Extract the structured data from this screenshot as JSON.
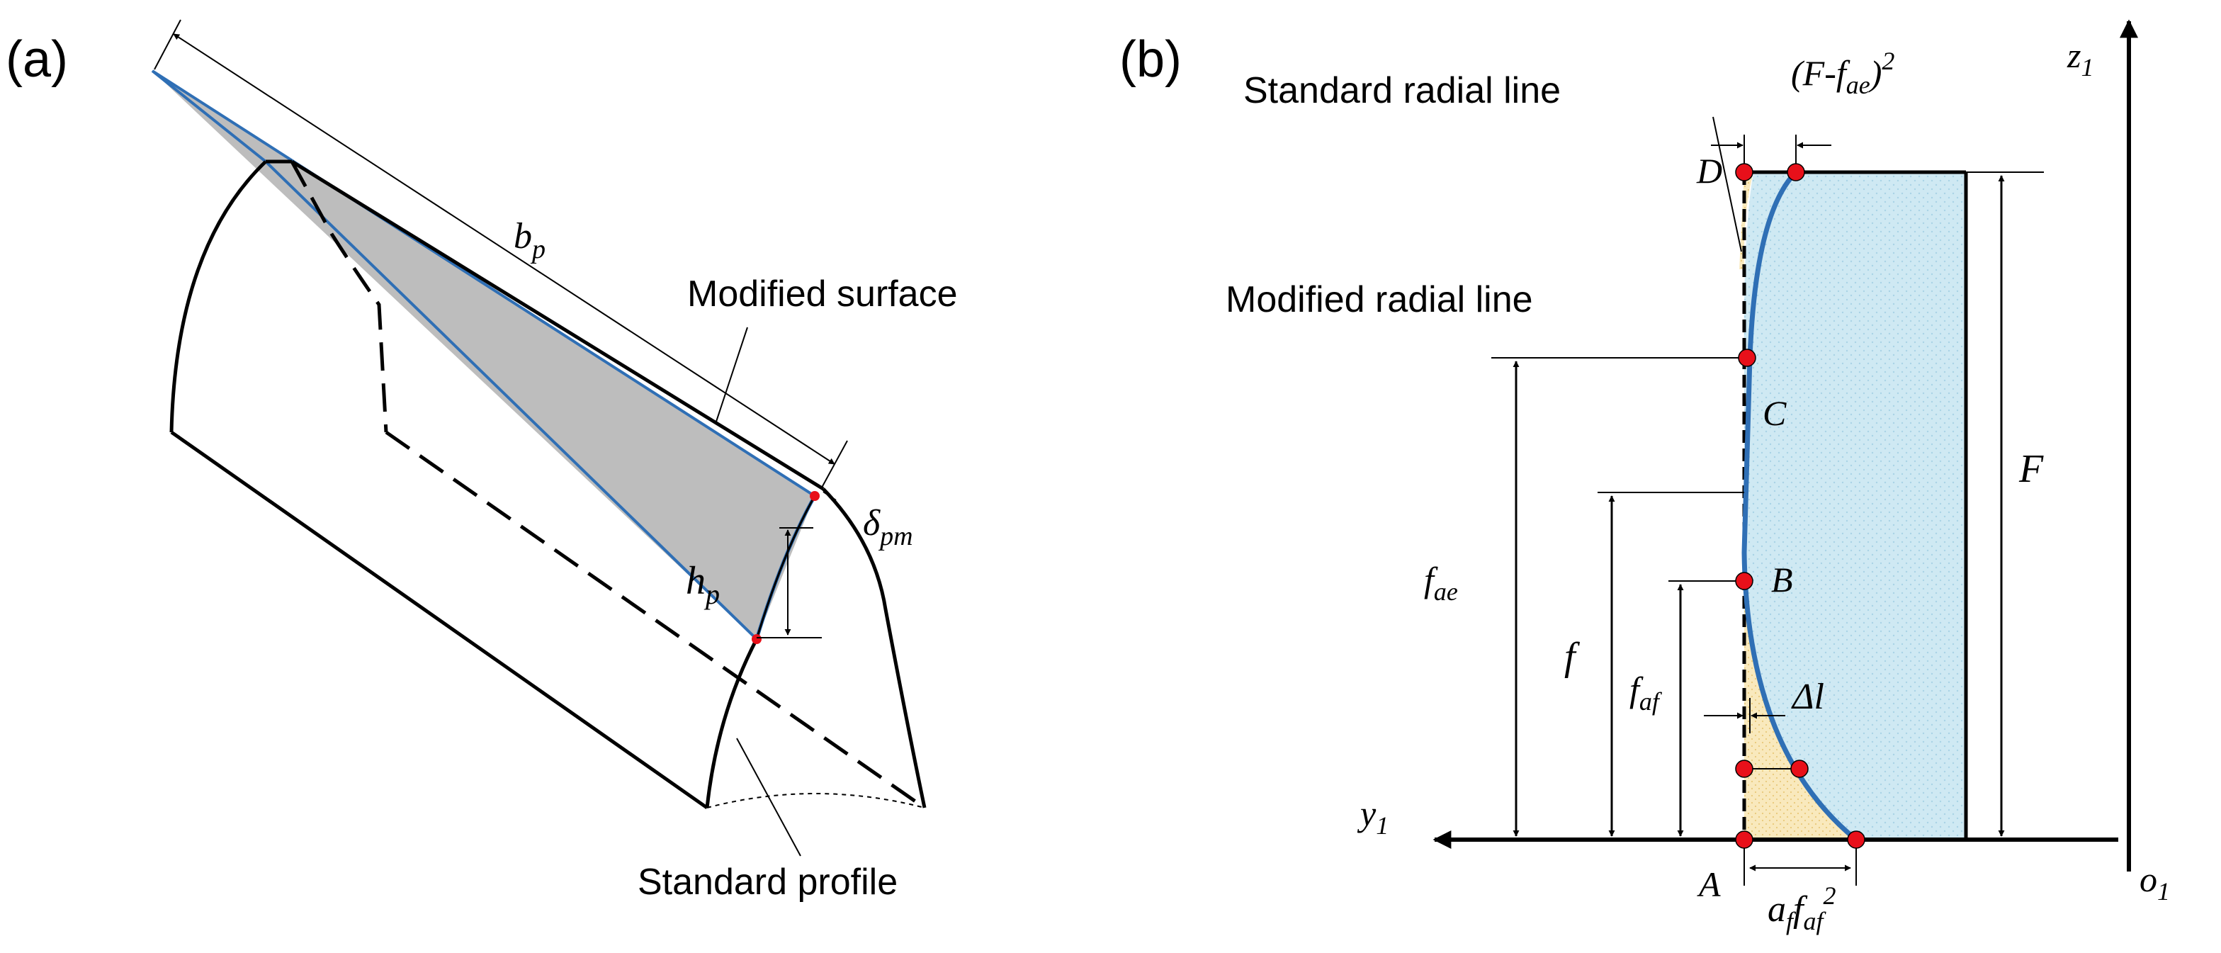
{
  "panel_a": {
    "tag": "(a)",
    "labels": {
      "bp_main": "b",
      "bp_sub": "p",
      "modified_surface": "Modified surface",
      "delta_main": "δ",
      "delta_sub": "pm",
      "hp_main": "h",
      "hp_sub": "p",
      "standard_profile": "Standard profile"
    }
  },
  "panel_b": {
    "tag": "(b)",
    "labels": {
      "standard_radial_line": "Standard radial line",
      "modified_radial_line": "Modified radial line",
      "top_formula_open": "(F-f",
      "top_formula_sub": "ae",
      "top_formula_close": ")",
      "top_formula_sup": "2",
      "point_D": "D",
      "point_C": "C",
      "point_B": "B",
      "point_A": "A",
      "F": "F",
      "fae_main": "f",
      "fae_sub": "ae",
      "f": "f",
      "faf_main": "f",
      "faf_sub": "af",
      "delta_l": "Δl",
      "bottom_formula_a": "a",
      "bottom_formula_a_sub": "f",
      "bottom_formula_f": "f",
      "bottom_formula_f_sub": "af",
      "bottom_formula_sup": "2",
      "y1_main": "y",
      "y1_sub": "1",
      "z1_main": "z",
      "z1_sub": "1",
      "o1_main": "o",
      "o1_sub": "1"
    }
  },
  "colors": {
    "blue_edge": "#2f6fb5",
    "modified_fill": "#bdbdbd",
    "light_blue_fill": "#cfe9f3",
    "yellow_fill": "#f9e9bd",
    "red_point": "#e8101a",
    "black": "#000000"
  }
}
